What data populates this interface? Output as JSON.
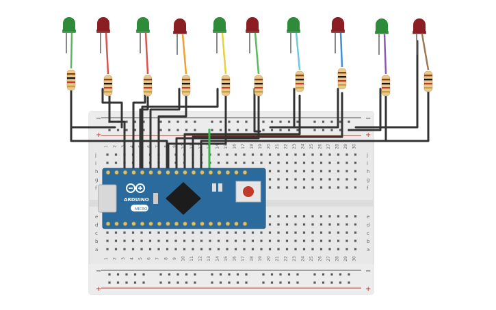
{
  "breadboard": {
    "rail_plus": "+",
    "rail_minus": "−",
    "row_letters_top": [
      "j",
      "i",
      "h",
      "g",
      "f"
    ],
    "row_letters_bottom": [
      "e",
      "d",
      "c",
      "b",
      "a"
    ],
    "columns": [
      "1",
      "2",
      "3",
      "4",
      "5",
      "6",
      "7",
      "8",
      "9",
      "10",
      "11",
      "12",
      "13",
      "14",
      "15",
      "16",
      "17",
      "18",
      "19",
      "20",
      "21",
      "22",
      "23",
      "24",
      "25",
      "26",
      "27",
      "28",
      "29",
      "30"
    ]
  },
  "board": {
    "brand": "ARDUINO",
    "model": "MICRO",
    "color": "#2a6a9c"
  },
  "leds": [
    {
      "color": "#2e8b3a"
    },
    {
      "color": "#8b1e22"
    },
    {
      "color": "#2e8b3a"
    },
    {
      "color": "#8b1e22"
    },
    {
      "color": "#2e8b3a"
    },
    {
      "color": "#8b1e22"
    },
    {
      "color": "#2e8b3a"
    },
    {
      "color": "#8b1e22"
    },
    {
      "color": "#2e8b3a"
    },
    {
      "color": "#8b1e22"
    }
  ],
  "wire_colors": [
    "#5cb85c",
    "#d9534f",
    "#d9534f",
    "#f0a030",
    "#e6d23a",
    "#5cb85c",
    "#6ecbd8",
    "#3a8fd8",
    "#8a5bb0",
    "#a07850"
  ]
}
